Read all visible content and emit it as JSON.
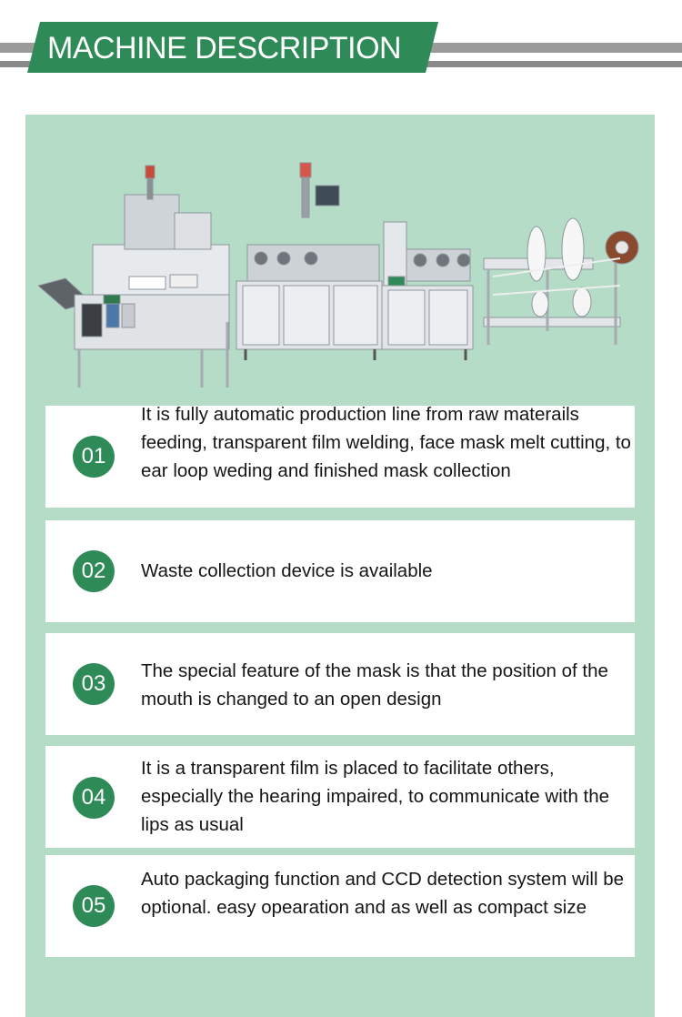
{
  "header": {
    "title": "MACHINE DESCRIPTION"
  },
  "features": [
    {
      "number": "01",
      "text": "It is fully automatic production line from raw materails feeding, transparent film welding, face mask melt cutting, to ear loop weding and finished mask collection"
    },
    {
      "number": "02",
      "text": "Waste collection device is available"
    },
    {
      "number": "03",
      "text": "The special feature of the mask is that the position of the mouth is changed to an open design"
    },
    {
      "number": "04",
      "text": "It is a transparent film is placed to facilitate others, especially the hearing impaired, to communicate with the lips as usual"
    },
    {
      "number": "05",
      "text": "Auto packaging function and CCD detection system will be optional. easy opearation and as well as compact size"
    }
  ],
  "colors": {
    "accent": "#2e8b57",
    "panel": "#b5dcc7",
    "header_bars": "#9a9a9a"
  }
}
